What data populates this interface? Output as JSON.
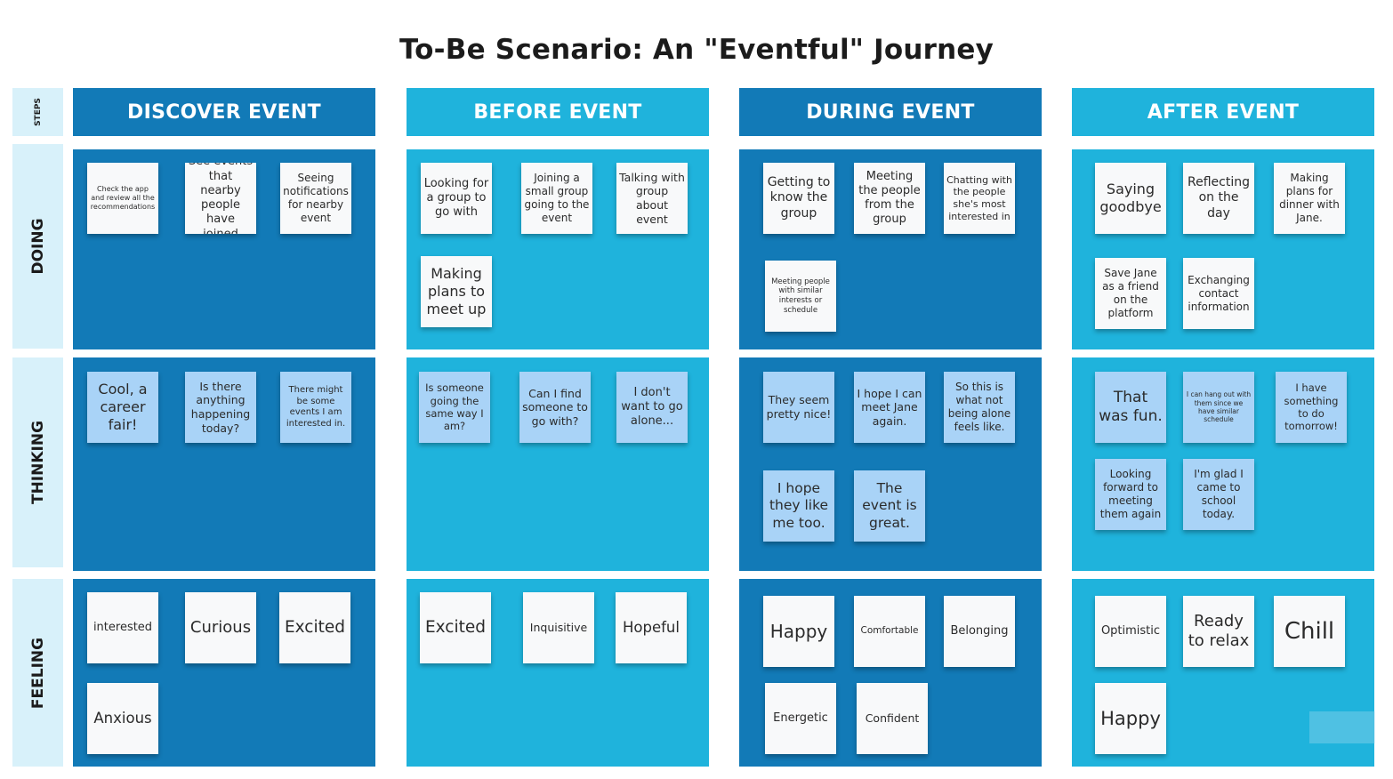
{
  "title": "To-Be Scenario: An \"Eventful\" Journey",
  "colors": {
    "dark": "#127ab7",
    "light": "#1fb3dc",
    "label_bg": "#d8f1fa",
    "note_white": "#f8f9fa",
    "note_blue": "#a9d3f7"
  },
  "row_labels": [
    "STEPS",
    "DOING",
    "THINKING",
    "FEELING"
  ],
  "columns": [
    {
      "header": "DISCOVER EVENT",
      "doing": [
        "Check the app and review all the recommendations",
        "See events that nearby people have joined",
        "Seeing notifications for nearby event"
      ],
      "thinking": [
        "Cool, a career fair!",
        "Is there anything happening today?",
        "There might be some events I am interested in."
      ],
      "feeling": [
        "interested",
        "Curious",
        "Excited",
        "Anxious"
      ]
    },
    {
      "header": "BEFORE EVENT",
      "doing": [
        "Looking for a group to go with",
        "Joining a small group going to the event",
        "Talking with group about event",
        "Making plans to meet up"
      ],
      "thinking": [
        "Is someone going the same way I am?",
        "Can I find someone to go with?",
        "I don't want to go alone..."
      ],
      "feeling": [
        "Excited",
        "Inquisitive",
        "Hopeful"
      ]
    },
    {
      "header": "DURING EVENT",
      "doing": [
        "Getting to know the group",
        "Meeting the people from the group",
        "Chatting with the people she's most interested in",
        "Meeting people with similar interests or schedule"
      ],
      "thinking": [
        "They seem pretty nice!",
        "I hope I can meet Jane again.",
        "So this is what not being alone feels like.",
        "I hope they like me too.",
        "The event is great."
      ],
      "feeling": [
        "Happy",
        "Comfortable",
        "Belonging",
        "Energetic",
        "Confident"
      ]
    },
    {
      "header": "AFTER EVENT",
      "doing": [
        "Saying goodbye",
        "Reflecting on the day",
        "Making plans for dinner with Jane.",
        "Save Jane as a friend on the platform",
        "Exchanging contact information"
      ],
      "thinking": [
        "That was fun.",
        "I can hang out with them since we have similar schedule",
        "I have something to do tomorrow!",
        "Looking forward to meeting them again",
        "I'm glad I came to school today."
      ],
      "feeling": [
        "Optimistic",
        "Ready to relax",
        "Chill",
        "Happy"
      ]
    }
  ]
}
